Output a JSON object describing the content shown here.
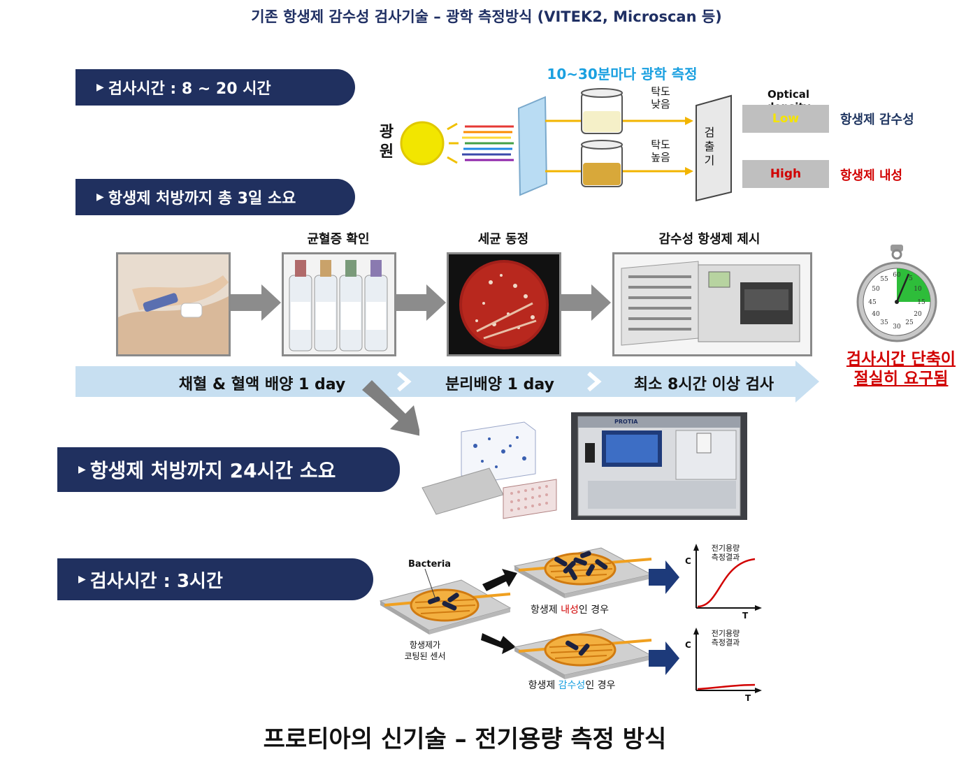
{
  "header": {
    "title": "기존 항생제 감수성 검사기술 – 광학 측정방식 (VITEK2, Microscan 등)"
  },
  "banners": {
    "test_time_old": "검사시간 : 8 ~ 20 시간",
    "prescribe_3day": "항생제 처방까지 총 3일 소요",
    "prescribe_24h": "항생제 처방까지  24시간 소요",
    "test_time_new": "검사시간 :  3시간"
  },
  "optical": {
    "interval_label": "10~30분마다 광학 측정",
    "light_source": "광원",
    "turbidity_low": "탁도\n낮음",
    "turbidity_high": "탁도\n높음",
    "detector": "검\n출\n기",
    "od_header": "Optical density",
    "od_low": "Low",
    "od_high": "High",
    "result_susceptible": "항생제 감수성",
    "result_resistant": "항생제 내성"
  },
  "process": {
    "step1_caption": "균혈증 확인",
    "step2_caption": "세균 동정",
    "step3_caption": "감수성 항생제 제시",
    "stage1": "채혈 & 혈액 배양 1 day",
    "stage2": "분리배양 1 day",
    "stage3": "최소 8시간 이상 검사",
    "urgent_line1": "검사시간 단축이",
    "urgent_line2": "절실히 요구됨",
    "stopwatch_numbers": [
      "60",
      "5",
      "10",
      "15",
      "20",
      "25",
      "30",
      "35",
      "40",
      "45",
      "50",
      "55"
    ]
  },
  "protia": {
    "instrument_brand": "PROTIA"
  },
  "sensor": {
    "bacteria_label": "Bacteria",
    "sensor_caption_1": "항생제가",
    "sensor_caption_2": "코팅된 센서",
    "resistant_prefix": "항생제 ",
    "resistant_word": "내성",
    "resistant_suffix": "인 경우",
    "susceptible_prefix": "항생제 ",
    "susceptible_word": "감수성",
    "susceptible_suffix": "인 경우",
    "graph_title_1": "전기용량",
    "graph_title_2": "측정결과",
    "axis_c": "C",
    "axis_t": "T"
  },
  "footer": {
    "title": "프로티아의 신기술 – 전기용량 측정 방식"
  },
  "colors": {
    "navy": "#20305f",
    "red": "#d10000",
    "cyan": "#1aa0e0",
    "green": "#2ebd3a"
  }
}
